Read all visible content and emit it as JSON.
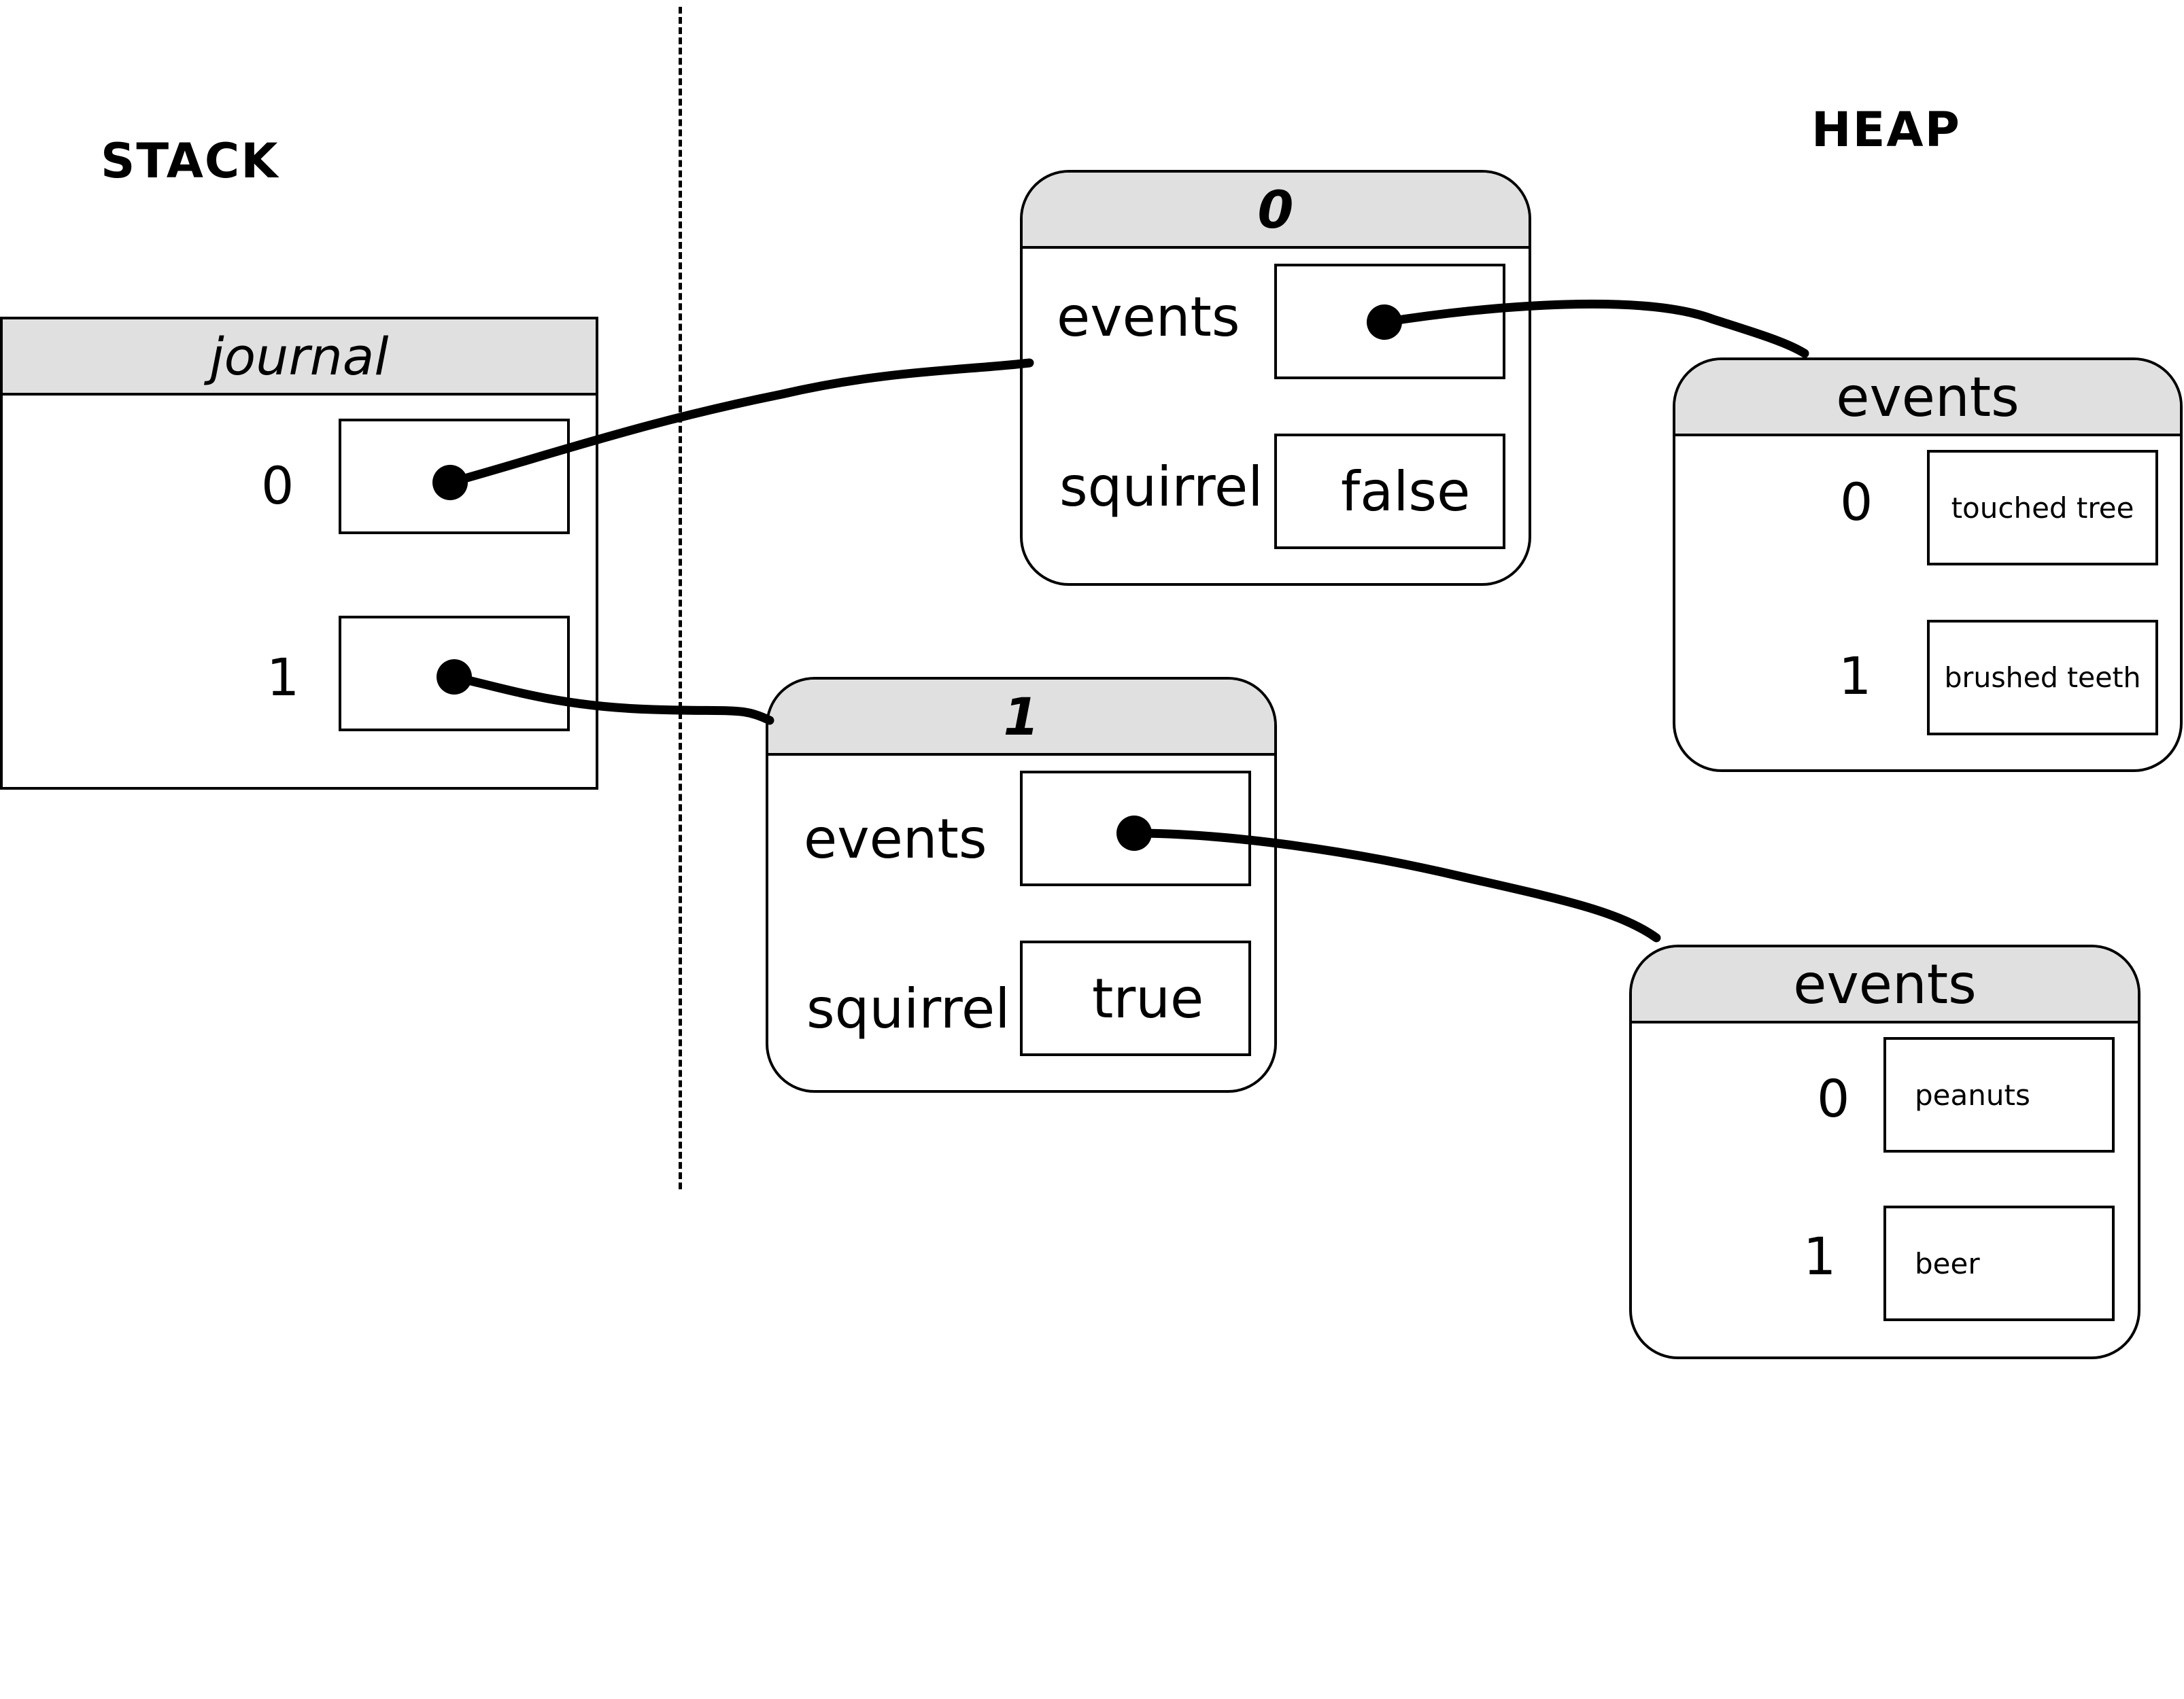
{
  "labels": {
    "stack": "STACK",
    "heap": "HEAP"
  },
  "journal": {
    "title": "journal",
    "rows": [
      {
        "index": "0"
      },
      {
        "index": "1"
      }
    ]
  },
  "objects": [
    {
      "title": "0",
      "fields": [
        {
          "name": "events"
        },
        {
          "name": "squirrel",
          "value": "false"
        }
      ]
    },
    {
      "title": "1",
      "fields": [
        {
          "name": "events"
        },
        {
          "name": "squirrel",
          "value": "true"
        }
      ]
    }
  ],
  "arrays": [
    {
      "title": "events",
      "items": [
        {
          "index": "0",
          "value": "touched tree"
        },
        {
          "index": "1",
          "value": "brushed teeth"
        }
      ]
    },
    {
      "title": "events",
      "items": [
        {
          "index": "0",
          "value": "peanuts"
        },
        {
          "index": "1",
          "value": "beer"
        }
      ]
    }
  ]
}
